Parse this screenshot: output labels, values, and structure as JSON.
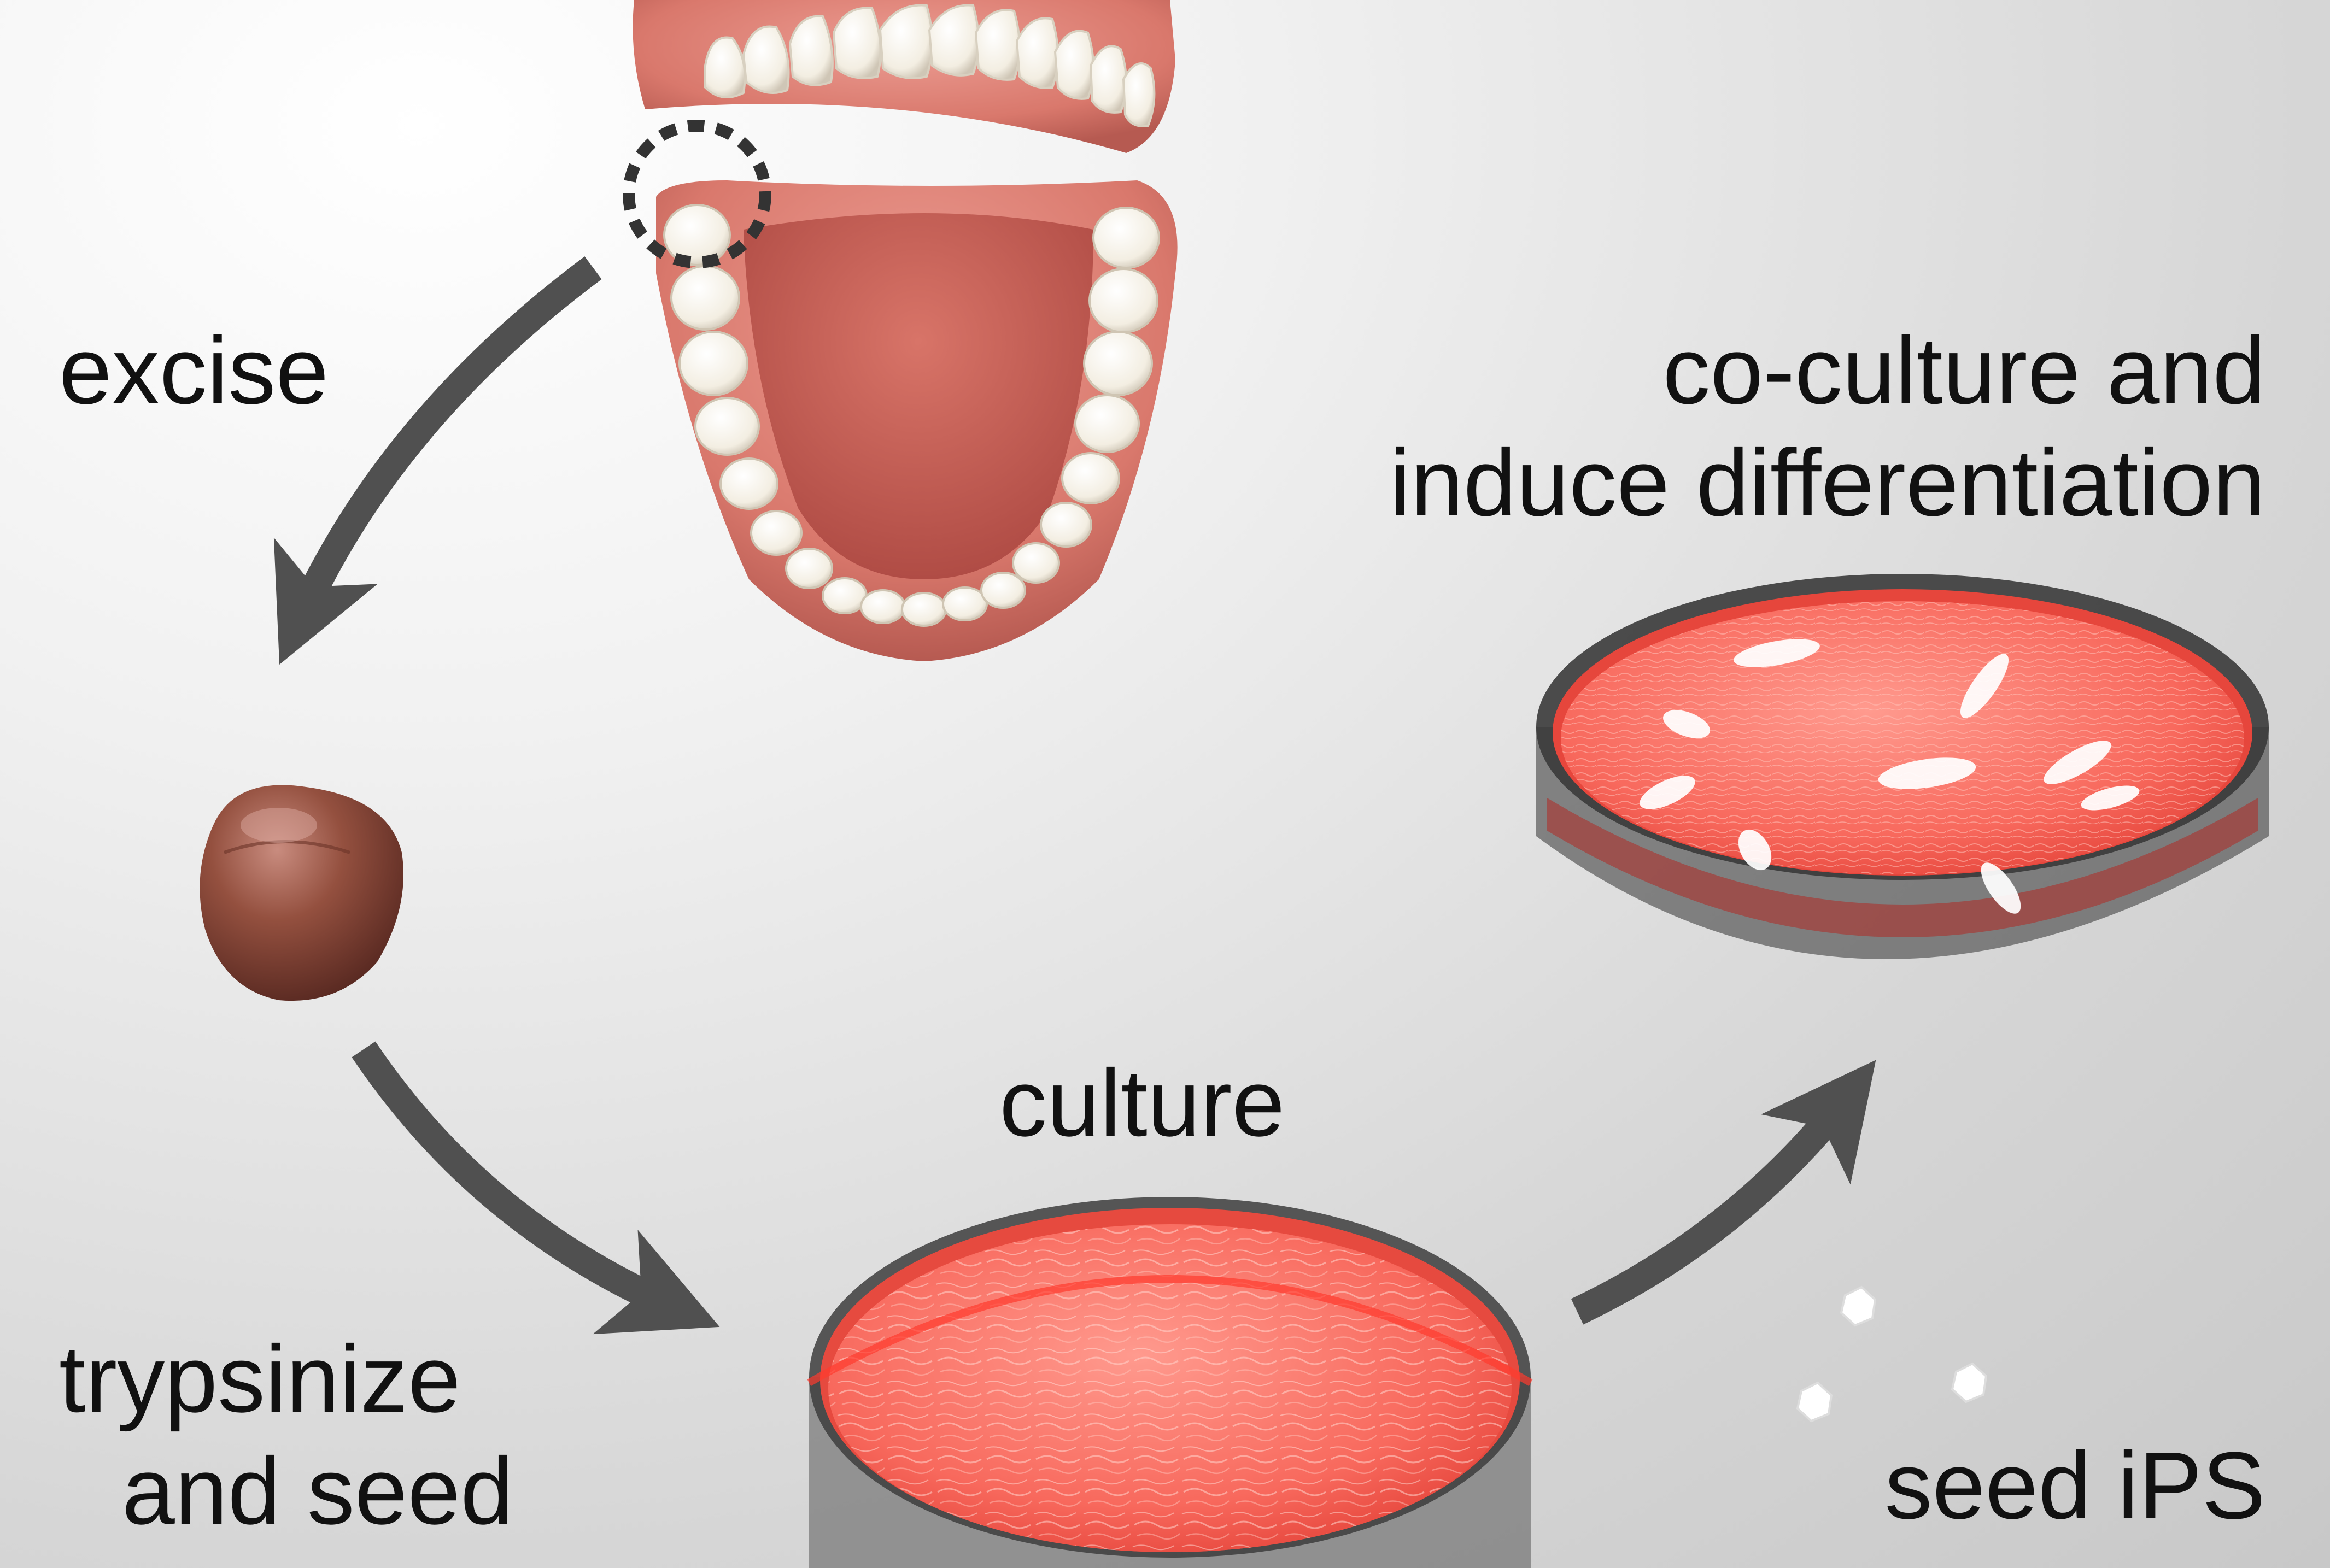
{
  "labels": {
    "excise": "excise",
    "coculture_line1": "co-culture and",
    "coculture_line2": "induce differentiation",
    "culture": "culture",
    "trypsinize_line1": "trypsinize",
    "trypsinize_line2": "and seed",
    "seed_ips": "seed iPS"
  },
  "colors": {
    "arrow": "#505050",
    "gum": "#d9786c",
    "tooth": "#f4efe4",
    "medium": "#ff6f63",
    "dish_rim": "#4a4a4a",
    "tissue": "#8a4a3c",
    "ips_cell": "#ffffff"
  },
  "icons": {
    "jaw": "dental-jaw-model",
    "tissue": "excised-tissue-sphere",
    "dish_culture": "petri-dish-culture",
    "dish_coculture": "petri-dish-coculture",
    "ips": "ips-cell-cluster"
  }
}
